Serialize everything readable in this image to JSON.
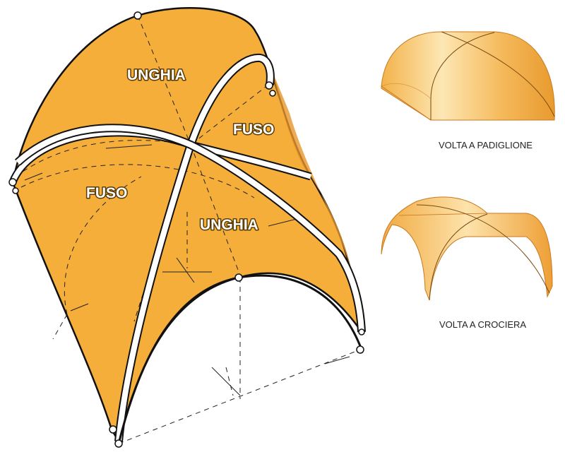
{
  "diagram": {
    "labels": {
      "unghia_top": "UNGHIA",
      "fuso_right": "FUSO",
      "fuso_left": "FUSO",
      "unghia_front": "UNGHIA"
    },
    "captions": {
      "padiglione": "VOLTA A PADIGLIONE",
      "crociera": "VOLTA A CROCIERA"
    },
    "colors": {
      "vault_fill": "#f5ae3a",
      "vault_shade": "#e9962a",
      "rib": "#ffffff",
      "outline": "#111111",
      "small_fill_light": "#fde7b4",
      "small_fill_dark": "#f2a93b"
    }
  }
}
